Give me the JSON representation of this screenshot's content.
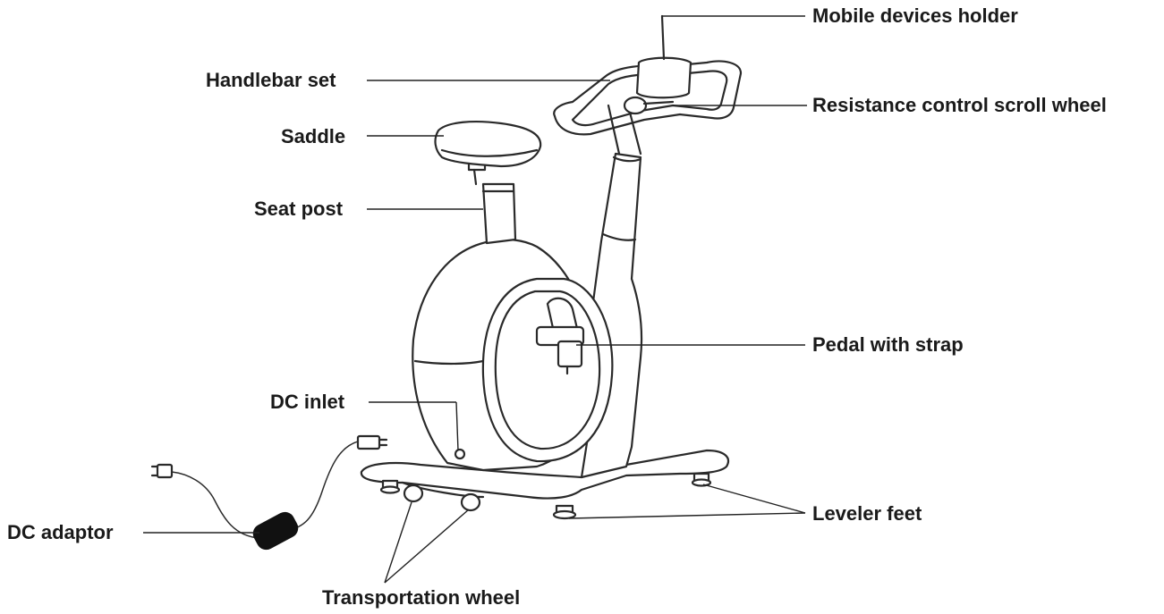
{
  "labels": {
    "mobile_devices_holder": "Mobile devices holder",
    "handlebar_set": "Handlebar set",
    "resistance_control_scroll_wheel": "Resistance control scroll wheel",
    "saddle": "Saddle",
    "seat_post": "Seat post",
    "pedal_with_strap": "Pedal with strap",
    "dc_inlet": "DC inlet",
    "dc_adaptor": "DC adaptor",
    "leveler_feet": "Leveler feet",
    "transportation_wheel": "Transportation wheel"
  },
  "colors": {
    "line": "#222222",
    "adaptor_body": "#111111",
    "background": "#ffffff"
  }
}
